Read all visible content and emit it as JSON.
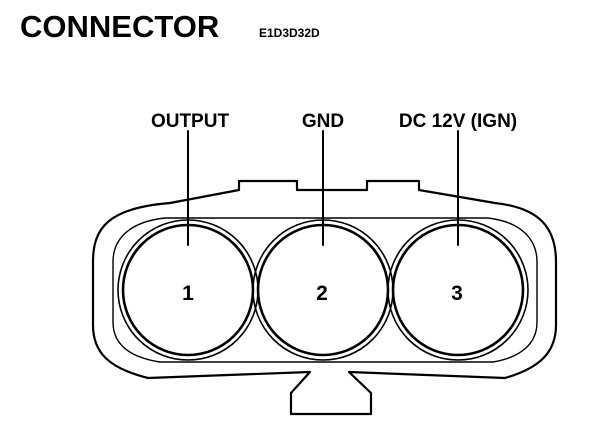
{
  "title": "CONNECTOR",
  "code": "E1D3D32D",
  "pins": [
    {
      "number": "1",
      "label": "OUTPUT"
    },
    {
      "number": "2",
      "label": "GND"
    },
    {
      "number": "3",
      "label": "DC 12V (IGN)"
    }
  ],
  "colors": {
    "line": "#000000",
    "background": "#ffffff"
  }
}
